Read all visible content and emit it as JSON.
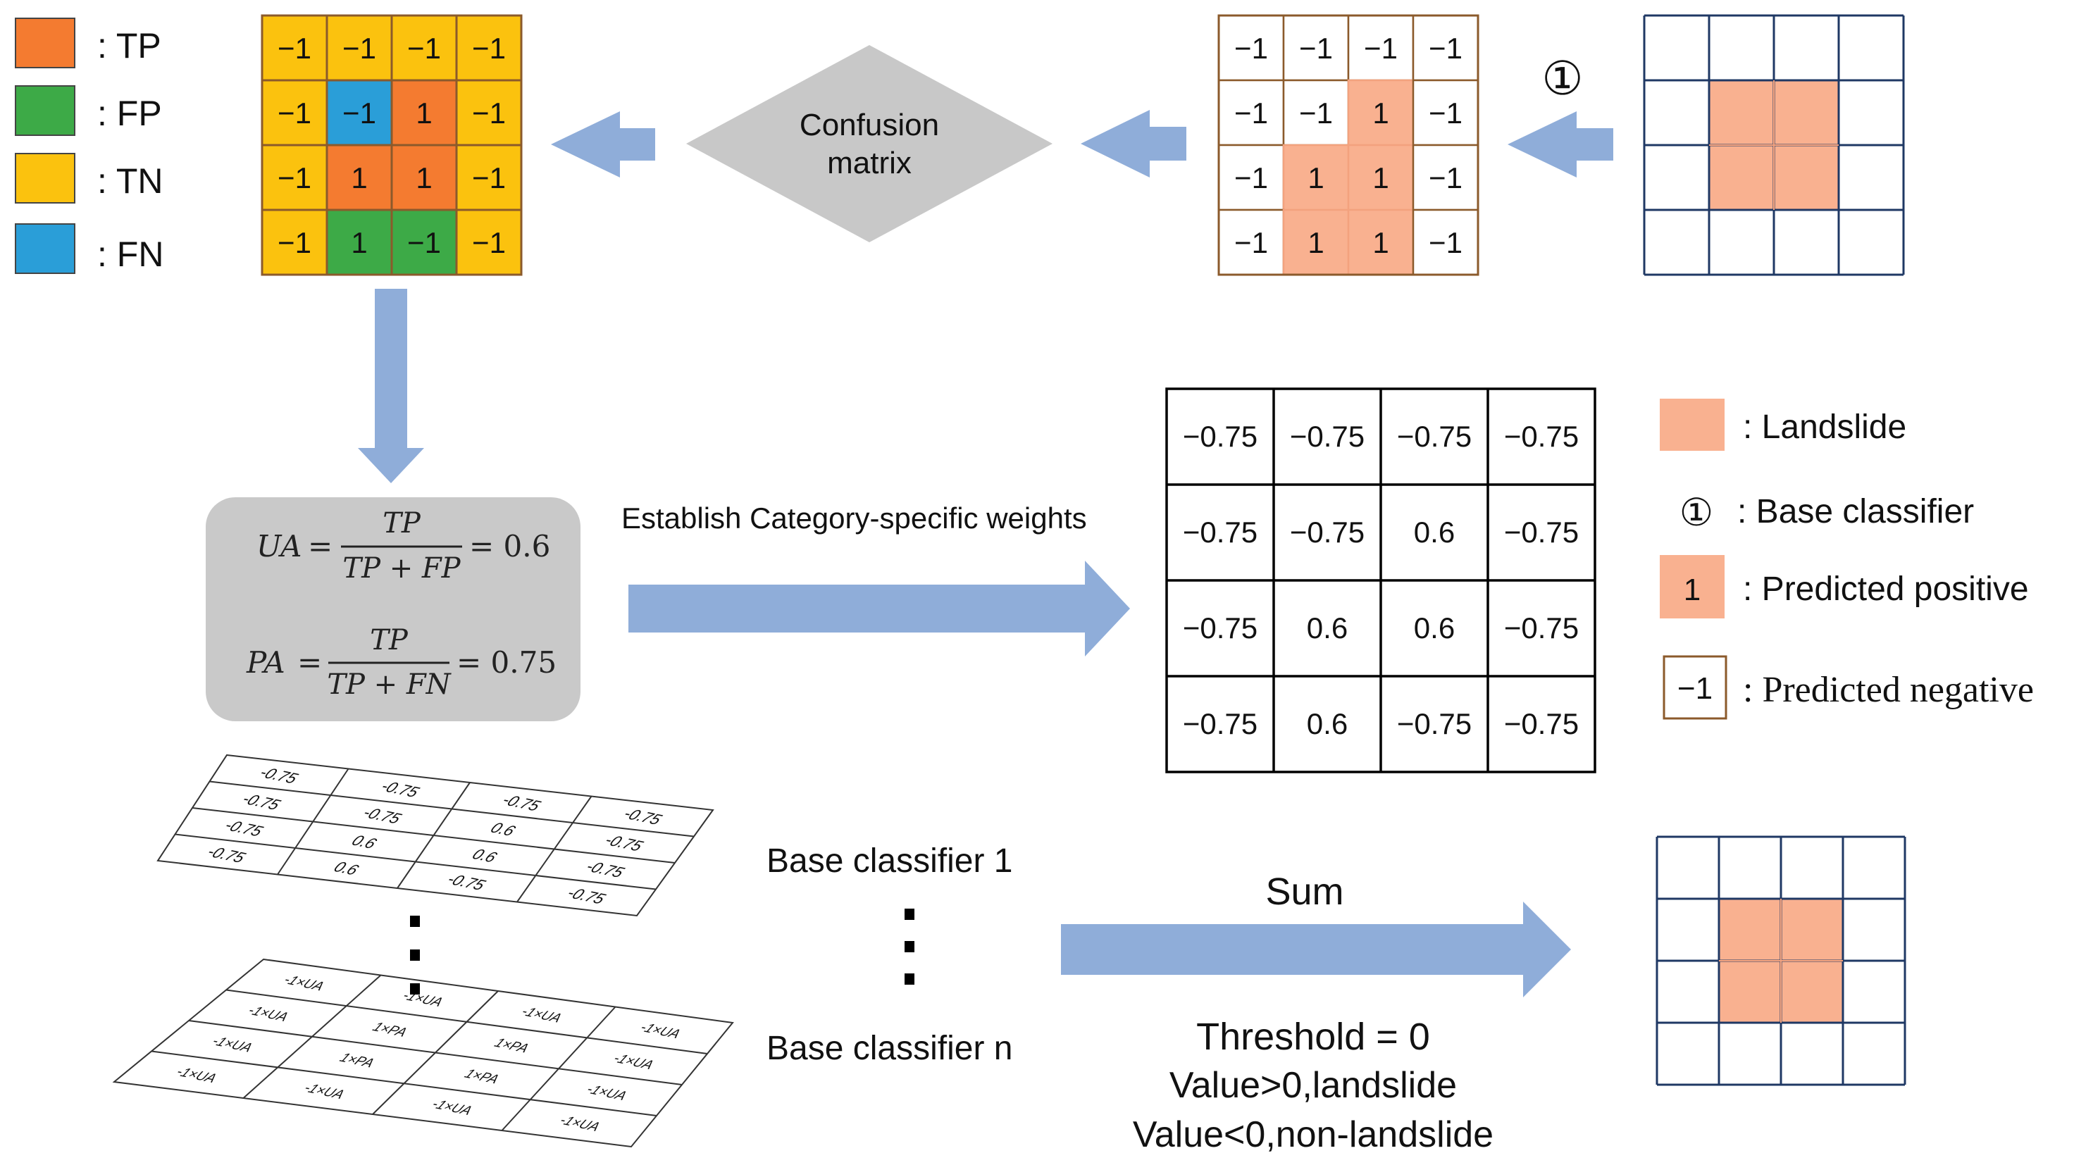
{
  "legend_left": [
    {
      "color": "#F47B30",
      "label": ": TP"
    },
    {
      "color": "#3DAA47",
      "label": ": FP"
    },
    {
      "color": "#FBC20E",
      "label": ": TN"
    },
    {
      "color": "#2A9ED8",
      "label": ": FN"
    }
  ],
  "colors": {
    "tp": "#F47B30",
    "fp": "#3DAA47",
    "tn": "#FBC20E",
    "fn": "#2A9ED8",
    "landslide": "#F9B190",
    "arrow": "#8FADD9",
    "diamond": "#C8C8C8",
    "formula_box": "#C9C9C9",
    "navy_grid": "#1F3864",
    "brown_border": "#8B5A2B"
  },
  "eval_grid": {
    "values": [
      [
        "−1",
        "−1",
        "−1",
        "−1"
      ],
      [
        "−1",
        "−1",
        "1",
        "−1"
      ],
      [
        "−1",
        "1",
        "1",
        "−1"
      ],
      [
        "−1",
        "1",
        "−1",
        "−1"
      ]
    ],
    "classes": [
      [
        "tn",
        "tn",
        "tn",
        "tn"
      ],
      [
        "tn",
        "fn",
        "tp",
        "tn"
      ],
      [
        "tn",
        "tp",
        "tp",
        "tn"
      ],
      [
        "tn",
        "fp",
        "fp",
        "tn"
      ]
    ]
  },
  "diamond_label": [
    "Confusion",
    "matrix"
  ],
  "pred_grid": {
    "values": [
      [
        "−1",
        "−1",
        "−1",
        "−1"
      ],
      [
        "−1",
        "−1",
        "1",
        "−1"
      ],
      [
        "−1",
        "1",
        "1",
        "−1"
      ],
      [
        "−1",
        "1",
        "1",
        "−1"
      ]
    ],
    "positive": [
      [
        0,
        0,
        0,
        0
      ],
      [
        0,
        0,
        1,
        0
      ],
      [
        0,
        1,
        1,
        0
      ],
      [
        0,
        1,
        1,
        0
      ]
    ]
  },
  "circled_one": "①",
  "truth_grid_top": [
    [
      0,
      0,
      0,
      0
    ],
    [
      0,
      1,
      1,
      0
    ],
    [
      0,
      1,
      1,
      0
    ],
    [
      0,
      0,
      0,
      0
    ]
  ],
  "formulas": {
    "ua": {
      "lhs": "UA",
      "num": "TP",
      "den": "TP + FP",
      "rhs": "= 0.6"
    },
    "pa": {
      "lhs": "PA",
      "num": "TP",
      "den": "TP + FN",
      "rhs": "= 0.75"
    },
    "equals": "="
  },
  "weights_label": "Establish Category-specific weights",
  "weights_grid": [
    [
      "−0.75",
      "−0.75",
      "−0.75",
      "−0.75"
    ],
    [
      "−0.75",
      "−0.75",
      "0.6",
      "−0.75"
    ],
    [
      "−0.75",
      "0.6",
      "0.6",
      "−0.75"
    ],
    [
      "−0.75",
      "0.6",
      "−0.75",
      "−0.75"
    ]
  ],
  "legend_right": {
    "landslide": ": Landslide",
    "base_symbol": "①",
    "base_classifier": ": Base classifier",
    "pos_value": "1",
    "predicted_positive": ": Predicted positive",
    "neg_value": "−1",
    "predicted_negative": ": Predicted negative"
  },
  "skew_grid_1": [
    [
      "-0.75",
      "-0.75",
      "-0.75",
      "-0.75"
    ],
    [
      "-0.75",
      "-0.75",
      "0.6",
      "-0.75"
    ],
    [
      "-0.75",
      "0.6",
      "0.6",
      "-0.75"
    ],
    [
      "-0.75",
      "0.6",
      "-0.75",
      "-0.75"
    ]
  ],
  "skew_grid_n": [
    [
      "-1×UA",
      "-1×UA",
      "-1×UA",
      "-1×UA"
    ],
    [
      "-1×UA",
      "1×PA",
      "1×PA",
      "-1×UA"
    ],
    [
      "-1×UA",
      "1×PA",
      "1×PA",
      "-1×UA"
    ],
    [
      "-1×UA",
      "-1×UA",
      "-1×UA",
      "-1×UA"
    ]
  ],
  "base_classifier_1": "Base classifier 1",
  "base_classifier_n": "Base classifier n",
  "sum_label": "Sum",
  "threshold_lines": [
    "Threshold = 0",
    "Value>0,landslide",
    "Value<0,non-landslide"
  ],
  "result_grid": [
    [
      0,
      0,
      0,
      0
    ],
    [
      0,
      1,
      1,
      0
    ],
    [
      0,
      1,
      1,
      0
    ],
    [
      0,
      0,
      0,
      0
    ]
  ]
}
